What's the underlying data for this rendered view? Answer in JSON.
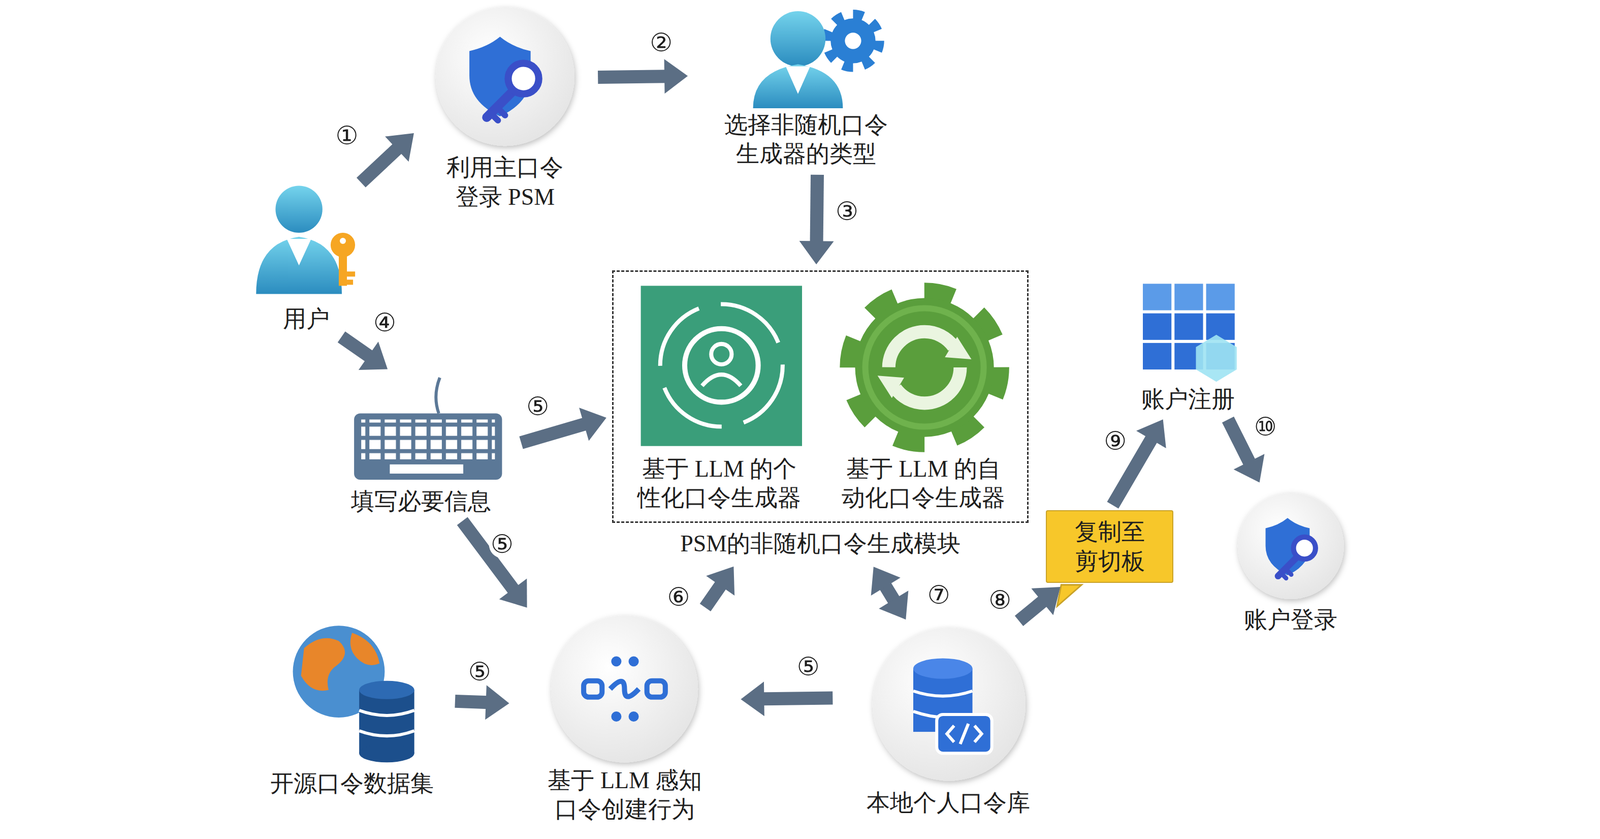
{
  "diagram": {
    "nodes": [
      {
        "text": [
          "用户"
        ]
      },
      {
        "text": [
          "利用主口令 登录 PSM"
        ]
      },
      {
        "text": [
          "选择非随机口令 生成器的类型"
        ]
      },
      {
        "text": [
          "PSM的非随机口令生成模块"
        ]
      },
      {
        "text": [
          "基于 LLM 的个 性化口令生成器"
        ],
        "in": 3
      },
      {
        "text": [
          "基于 LLM 的自 动化口令生成器"
        ],
        "in": 3
      },
      {
        "text": [
          "填写必要信息"
        ]
      },
      {
        "text": [
          "开源口令数据集"
        ]
      },
      {
        "text": [
          "基于 LLM 感知 口令创建行为"
        ]
      },
      {
        "text": [
          "本地个人口令库"
        ]
      },
      {
        "text": [
          "复制至 剪切板"
        ]
      },
      {
        "text": [
          "账户注册"
        ]
      },
      {
        "text": [
          "账户登录"
        ]
      }
    ],
    "edges": [
      {
        "from": 0,
        "to": 1,
        "label": "①",
        "arrow": "to"
      },
      {
        "from": 1,
        "to": 2,
        "label": "②",
        "arrow": "to"
      },
      {
        "from": 2,
        "to": 3,
        "label": "③",
        "arrow": "to"
      },
      {
        "from": 0,
        "to": 6,
        "label": "④",
        "arrow": "to"
      },
      {
        "from": 6,
        "to": 3,
        "label": "⑤",
        "arrow": "to"
      },
      {
        "from": 6,
        "to": 8,
        "label": "⑤",
        "arrow": "to"
      },
      {
        "from": 7,
        "to": 8,
        "label": "⑤",
        "arrow": "to"
      },
      {
        "from": 9,
        "to": 8,
        "label": "⑤",
        "arrow": "to"
      },
      {
        "from": 8,
        "to": 3,
        "label": "⑥",
        "arrow": "to"
      },
      {
        "from": 3,
        "to": 9,
        "label": "⑦",
        "arrow": "both"
      },
      {
        "from": 9,
        "to": 10,
        "label": "⑧",
        "arrow": "to"
      },
      {
        "from": 10,
        "to": 11,
        "label": "⑨",
        "arrow": "to"
      },
      {
        "from": 11,
        "to": 12,
        "label": "⑩",
        "arrow": "to"
      }
    ]
  }
}
